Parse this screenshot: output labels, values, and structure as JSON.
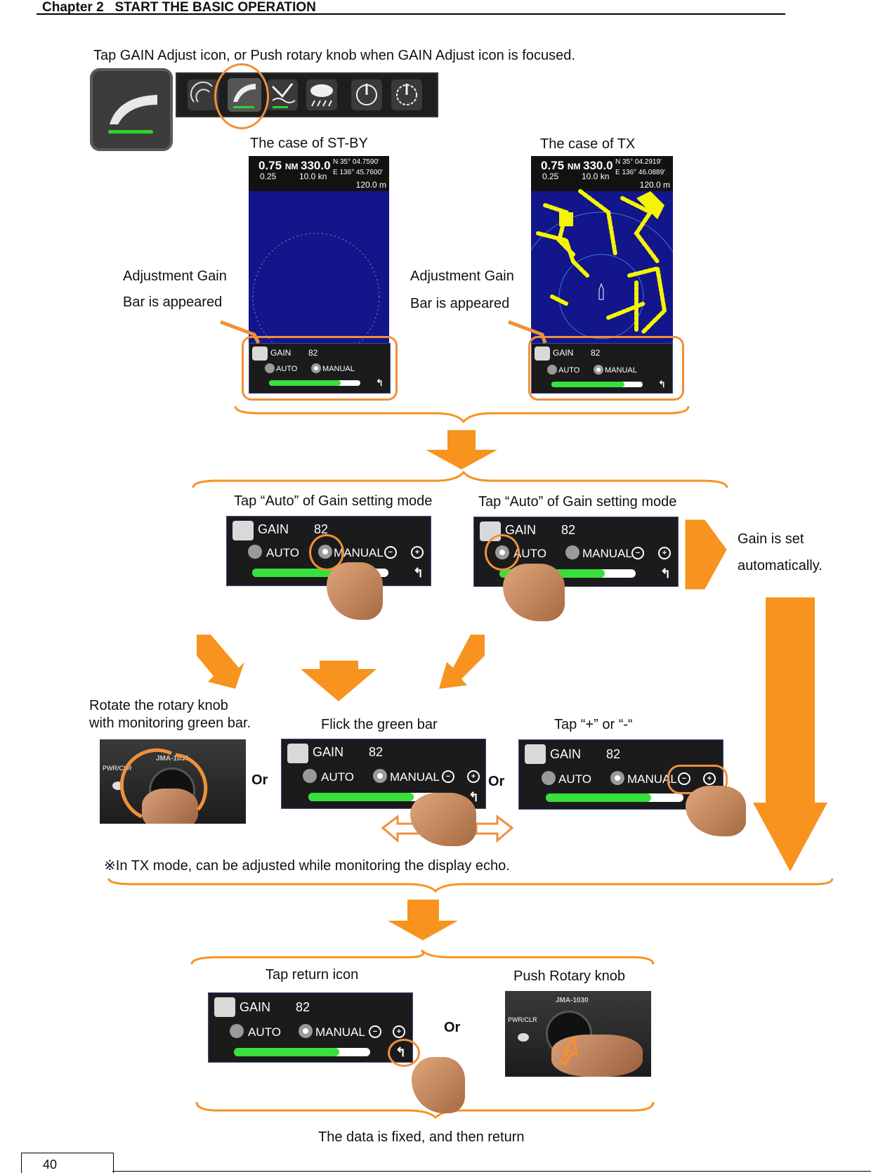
{
  "header": {
    "chapter": "Chapter 2",
    "title": "START THE BASIC OPERATION"
  },
  "intro": "Tap GAIN Adjust icon, or Push rotary knob when GAIN Adjust icon is focused.",
  "case_stby": "The case of ST-BY",
  "case_tx": "The case of TX",
  "adj_line1": "Adjustment Gain",
  "adj_line2": "Bar is appeared",
  "radar_stby": {
    "range": "0.75",
    "range_unit": "NM",
    "ring": "0.25",
    "heading": "330.0",
    "speed": "10.0 kn",
    "lat": "N   35° 04.7590'",
    "lon": "E  136°  45.7600'",
    "dist": "120.0 m"
  },
  "radar_tx": {
    "range": "0.75",
    "range_unit": "NM",
    "ring": "0.25",
    "heading": "330.0",
    "speed": "10.0 kn",
    "lat": "N   35° 04.2919'",
    "lon": "E  136°  46.0889'",
    "dist": "120.0 m"
  },
  "gain_panel": {
    "title": "GAIN",
    "value": "82",
    "auto": "AUTO",
    "manual": "MANUAL",
    "minus": "−",
    "plus": "+",
    "level": 0.8
  },
  "tap_auto_1": "Tap “Auto” of Gain setting mode",
  "tap_auto_2": "Tap “Auto” of Gain setting mode",
  "gain_set_1": "Gain is set",
  "gain_set_2": "automatically.",
  "rotate_1": "Rotate the rotary knob",
  "rotate_2": "with monitoring green bar.",
  "flick": "Flick the green bar",
  "tap_pm": "Tap “+” or “-“",
  "or": "Or",
  "tx_note": "※In TX mode, can be adjusted while monitoring the display echo.",
  "tap_return": "Tap return icon",
  "push_rotary": "Push Rotary knob",
  "fixed": "The data is fixed, and then return",
  "device": {
    "pwr": "PWR/CLR",
    "model": "JMA-1030"
  },
  "page_number": "40",
  "colors": {
    "orange": "#F7931E",
    "bar_green": "#37E03A",
    "radar_bg": "#13158A",
    "echo": "#F5F500"
  }
}
